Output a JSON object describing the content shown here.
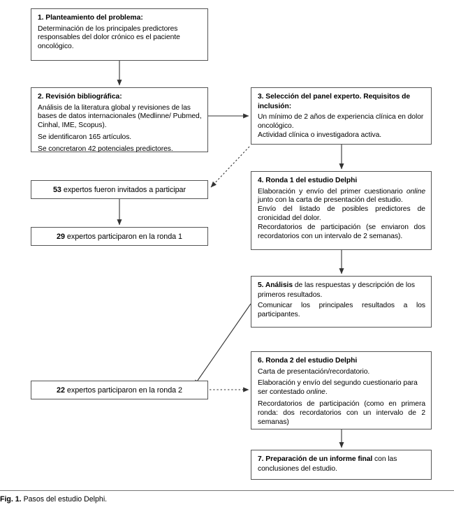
{
  "figure": {
    "caption_label": "Fig. 1.",
    "caption_text": "Pasos del estudio Delphi."
  },
  "colors": {
    "box_border": "#555555",
    "connector": "#333333",
    "background": "#ffffff",
    "text": "#000000"
  },
  "nodes": {
    "box1": {
      "title": "1. Planteamiento del problema:",
      "body1": "Determinación de los principales predictores responsables del dolor crónico es el paciente oncológico."
    },
    "box2": {
      "title": "2. Revisión bibliográfica:",
      "body1": "Análisis de la literatura global y revisiones de las bases de datos internacionales (Medlinne/ Pubmed, Cinhal, IME, Scopus).",
      "body2": "Se identificaron 165 artículos.",
      "body3": "Se concretaron 42 potenciales predictores."
    },
    "box3": {
      "title": "3. Selección del panel experto. Requisitos de inclusión:",
      "body1": "Un mínimo de 2 años de experiencia clínica en dolor oncológico.",
      "body2": "Actividad clínica o investigadora activa."
    },
    "box4": {
      "title": "4. Ronda 1 del estudio Delphi",
      "body1_pre": "Elaboración y envío del primer cuestionario ",
      "body1_em": "online",
      "body1_post": " junto con la carta de presentación del estudio.",
      "body2": "Envío del listado de posibles predictores de cronicidad del dolor.",
      "body3": "Recordatorios de participación (se enviaron dos recordatorios con un intervalo de 2 semanas)."
    },
    "box5": {
      "title_bold_a": "5. Análisis",
      "title_rest": " de las respuestas y descripción de los primeros resultados.",
      "body1": "Comunicar los principales resultados a los participantes."
    },
    "box6": {
      "title": "6. Ronda 2 del estudio Delphi",
      "body1": "Carta de presentación/recordatorio.",
      "body2_pre": "Elaboración y envío del segundo cuestionario para ser contestado ",
      "body2_em": "online",
      "body2_post": ".",
      "body3": "Recordatorios de participación (como en primera ronda: dos recordatorios con un intervalo de 2 semanas)"
    },
    "box7": {
      "title_bold": "7. Preparación de un informe final",
      "title_rest": " con las conclusiones del estudio."
    }
  },
  "counts": {
    "invited": {
      "number": "53",
      "text": "expertos fueron invitados a participar"
    },
    "round1": {
      "number": "29",
      "text": "expertos participaron en la ronda 1"
    },
    "round2": {
      "number": "22",
      "text": "expertos participaron en la ronda 2"
    }
  },
  "connectors": [
    {
      "name": "box1-to-box2",
      "style": "solid",
      "direction": "down"
    },
    {
      "name": "box2-to-box3",
      "style": "solid",
      "direction": "right"
    },
    {
      "name": "box3-to-invited",
      "style": "dotted",
      "direction": "down-left"
    },
    {
      "name": "box3-to-box4",
      "style": "solid",
      "direction": "down"
    },
    {
      "name": "invited-to-round1",
      "style": "solid",
      "direction": "down"
    },
    {
      "name": "box4-to-box5",
      "style": "solid",
      "direction": "down"
    },
    {
      "name": "box5-to-round2",
      "style": "solid",
      "direction": "down-left"
    },
    {
      "name": "round2-to-box6",
      "style": "dotted",
      "direction": "right"
    },
    {
      "name": "box6-to-box7",
      "style": "solid",
      "direction": "down"
    }
  ]
}
